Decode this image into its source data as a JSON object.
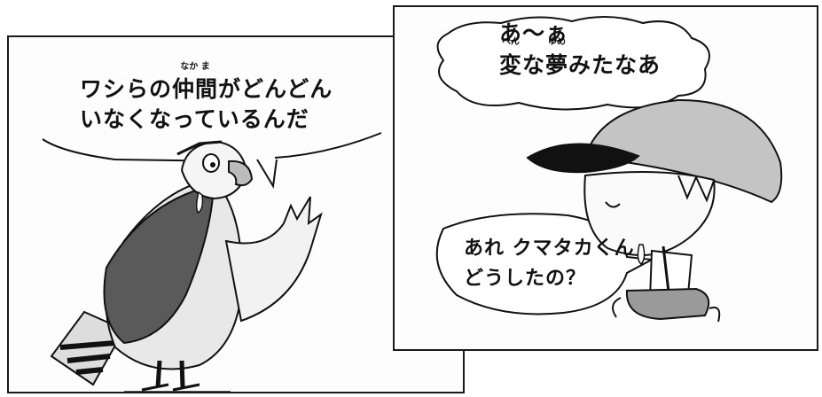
{
  "left_panel": {
    "line1_before": "ワシらの",
    "ruby_word": "仲間",
    "ruby_reading": "なか ま",
    "line1_after": "がどんどん",
    "line2": "いなくなっているんだ"
  },
  "right_panel": {
    "thought": {
      "line1": "あ〜ぁ",
      "line2_ruby1_word": "変",
      "line2_ruby1_reading": "へん",
      "line2_mid": "な",
      "line2_ruby2_word": "夢",
      "line2_ruby2_reading": "ゆめ",
      "line2_after": "みたなあ"
    },
    "speech": {
      "line1": "あれ クマタカくん",
      "line2": "どうしたの？"
    }
  },
  "colors": {
    "ink": "#111111",
    "cap": "#bdbdbd",
    "shorts": "#9a9a9a"
  }
}
